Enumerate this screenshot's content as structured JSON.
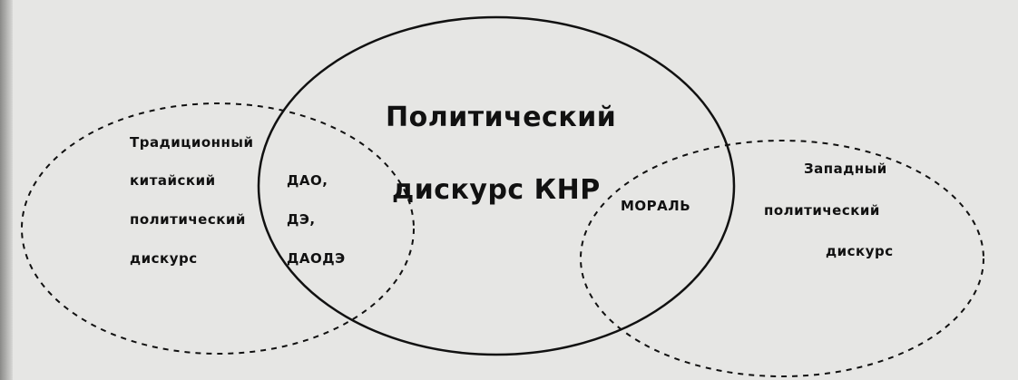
{
  "diagram": {
    "center": {
      "line1": "Политический",
      "line2": "дискурс КНР"
    },
    "left": {
      "lines": [
        "Традиционный",
        "китайский",
        "политический",
        "дискурс"
      ]
    },
    "right": {
      "lines": [
        "Западный",
        "политический",
        "дискурс"
      ]
    },
    "left_overlap": {
      "lines": [
        "ДАО,",
        "ДЭ,",
        "ДАОДЭ"
      ]
    },
    "right_overlap": {
      "label": "МОРАЛЬ"
    }
  }
}
